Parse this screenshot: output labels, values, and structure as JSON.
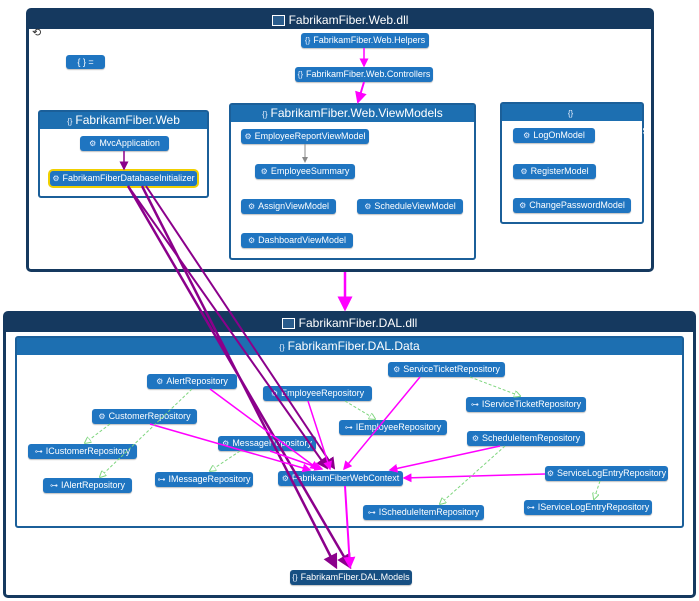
{
  "web_dll": {
    "title": "FabrikamFiber.Web.dll",
    "global_node": "{ } =",
    "helpers": "FabrikamFiber.Web.Helpers",
    "controllers": "FabrikamFiber.Web.Controllers",
    "web_ns": {
      "title": "FabrikamFiber.Web",
      "mvc": "MvcApplication",
      "initializer": "FabrikamFiberDatabaseInitializer"
    },
    "viewmodels_ns": {
      "title": "FabrikamFiber.Web.ViewModels",
      "employee_report": "EmployeeReportViewModel",
      "employee_summary": "EmployeeSummary",
      "assign": "AssignViewModel",
      "schedule": "ScheduleViewModel",
      "dashboard": "DashboardViewModel"
    },
    "models_ns": {
      "title": "FabrikamFiber.Web.Models",
      "logon": "LogOnModel",
      "register": "RegisterModel",
      "change_password": "ChangePasswordModel"
    }
  },
  "dal_dll": {
    "title": "FabrikamFiber.DAL.dll",
    "data_ns": {
      "title": "FabrikamFiber.DAL.Data",
      "alert_repo": "AlertRepository",
      "employee_repo": "EmployeeRepository",
      "service_ticket_repo": "ServiceTicketRepository",
      "customer_repo": "CustomerRepository",
      "i_employee_repo": "IEmployeeRepository",
      "i_service_ticket_repo": "IServiceTicketRepository",
      "message_repo": "MessageRepository",
      "schedule_item_repo": "ScheduleItemRepository",
      "i_customer_repo": "ICustomerRepository",
      "i_alert_repo": "IAlertRepository",
      "i_message_repo": "IMessageRepository",
      "context": "FabrikamFiberWebContext",
      "service_log_repo": "ServiceLogEntryRepository",
      "i_schedule_item_repo": "IScheduleItemRepository",
      "i_service_log_repo": "IServiceLogEntryRepository"
    },
    "models": "FabrikamFiber.DAL.Models"
  },
  "colors": {
    "assembly": "#15395f",
    "namespace": "#1d6fb1",
    "node": "#1f75c1",
    "dependency": "#ff00ff",
    "strong_dependency": "#8b008b",
    "inheritance": "#7fd67f",
    "selection": "#f0d000"
  },
  "icons": {
    "namespace": "braces-icon",
    "class": "class-icon",
    "interface": "interface-icon",
    "assembly": "assembly-icon"
  }
}
